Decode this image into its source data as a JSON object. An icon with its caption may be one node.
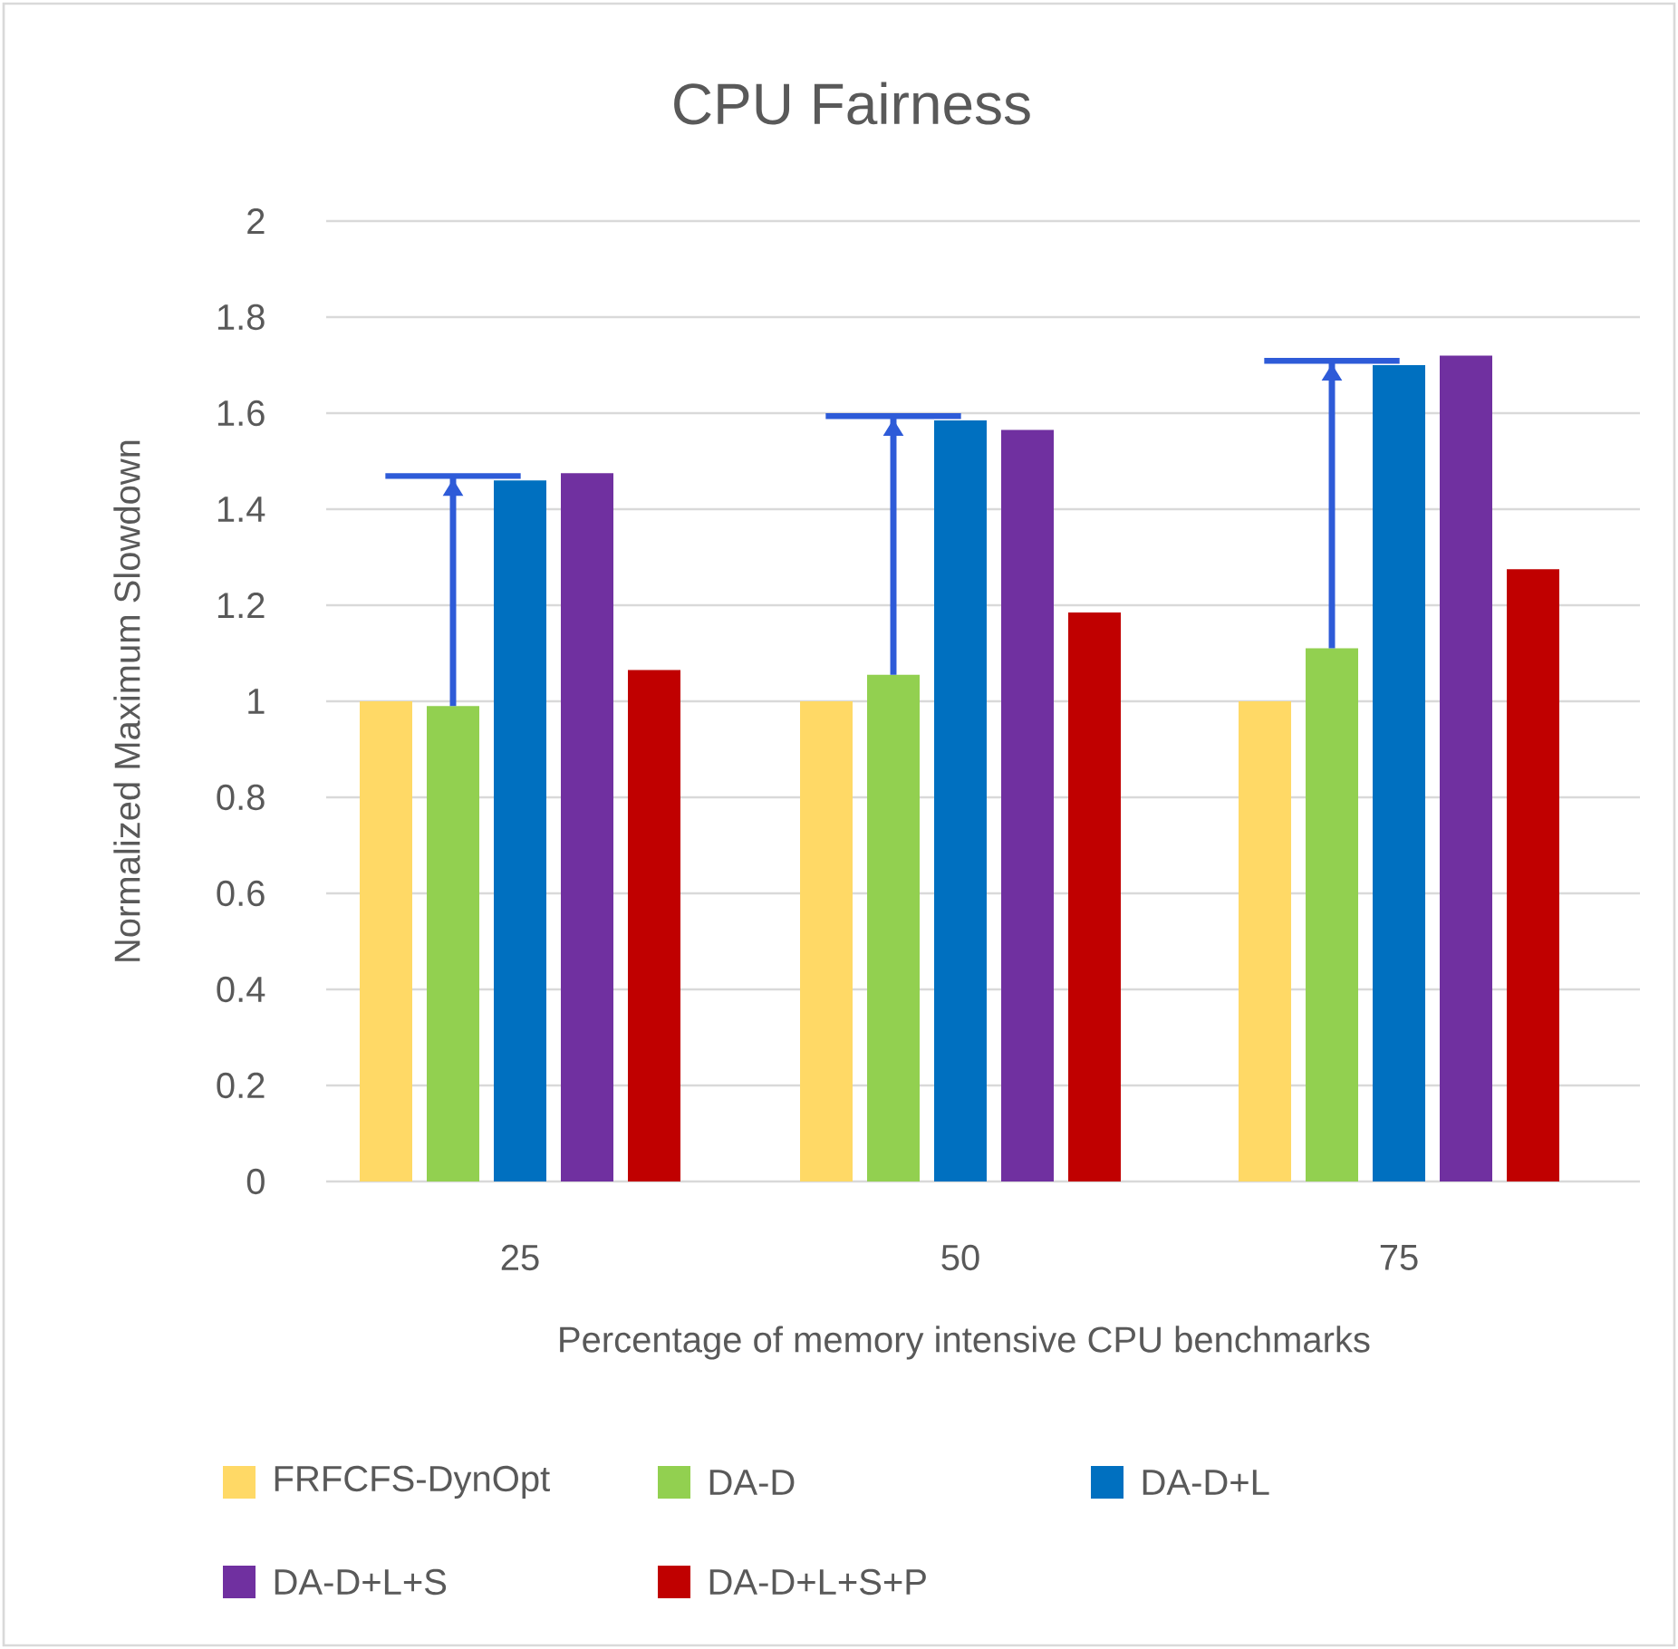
{
  "diagram": {
    "chart_data": {
      "type": "bar",
      "title": "CPU Fairness",
      "xlabel": "Percentage of memory intensive CPU benchmarks",
      "ylabel": "Normalized Maximum Slowdown",
      "categories": [
        "25",
        "50",
        "75"
      ],
      "series": [
        {
          "name": "FRFCFS-DynOpt",
          "color": "#ffd966",
          "values": [
            1.0,
            1.0,
            1.0
          ]
        },
        {
          "name": "DA-D",
          "color": "#92d050",
          "values": [
            0.99,
            1.055,
            1.11
          ]
        },
        {
          "name": "DA-D+L",
          "color": "#0070c0",
          "values": [
            1.46,
            1.585,
            1.7
          ]
        },
        {
          "name": "DA-D+L+S",
          "color": "#7030a0",
          "values": [
            1.475,
            1.565,
            1.72
          ]
        },
        {
          "name": "DA-D+L+S+P",
          "color": "#c00000",
          "values": [
            1.065,
            1.185,
            1.275
          ]
        }
      ],
      "ylim": [
        0,
        2
      ],
      "yticks": [
        {
          "value": 0,
          "label": "0"
        },
        {
          "value": 0.2,
          "label": "0.2"
        },
        {
          "value": 0.4,
          "label": "0.4"
        },
        {
          "value": 0.6,
          "label": "0.6"
        },
        {
          "value": 0.8,
          "label": "0.8"
        },
        {
          "value": 1,
          "label": "1"
        },
        {
          "value": 1.2,
          "label": "1.2"
        },
        {
          "value": 1.4,
          "label": "1.4"
        },
        {
          "value": 1.6,
          "label": "1.6"
        },
        {
          "value": 1.8,
          "label": "1.8"
        },
        {
          "value": 2,
          "label": "2"
        }
      ],
      "grid": true,
      "legend": true
    }
  }
}
